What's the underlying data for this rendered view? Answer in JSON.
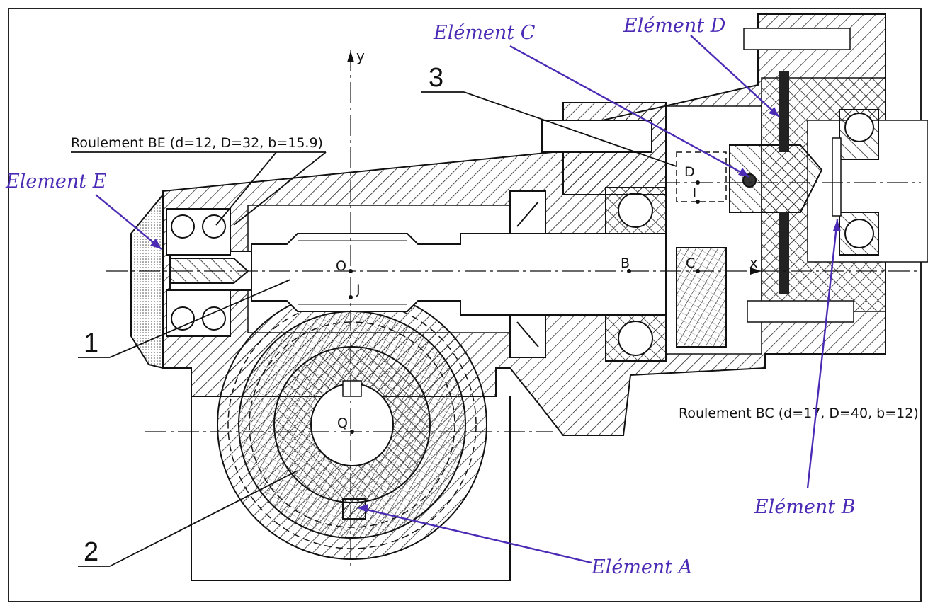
{
  "drawing": {
    "axes": {
      "y_label": "y",
      "x_label": "x"
    },
    "points": {
      "O": "O",
      "J": "J",
      "B": "B",
      "C": "C",
      "D": "D",
      "I": "I",
      "Q": "Q"
    },
    "parts": {
      "p1": "1",
      "p2": "2",
      "p3": "3"
    },
    "bearings": {
      "be": "Roulement BE (d=12, D=32, b=15.9)",
      "bc": "Roulement BC (d=17, D=40, b=12)"
    },
    "handwritten": {
      "a": "Elément A",
      "b": "Elément B",
      "c": "Elément C",
      "d": "Elément D",
      "e": "Element E"
    },
    "colors": {
      "ink": "#111111",
      "annotation": "#4b2bb5",
      "hatch": "#222222"
    }
  }
}
